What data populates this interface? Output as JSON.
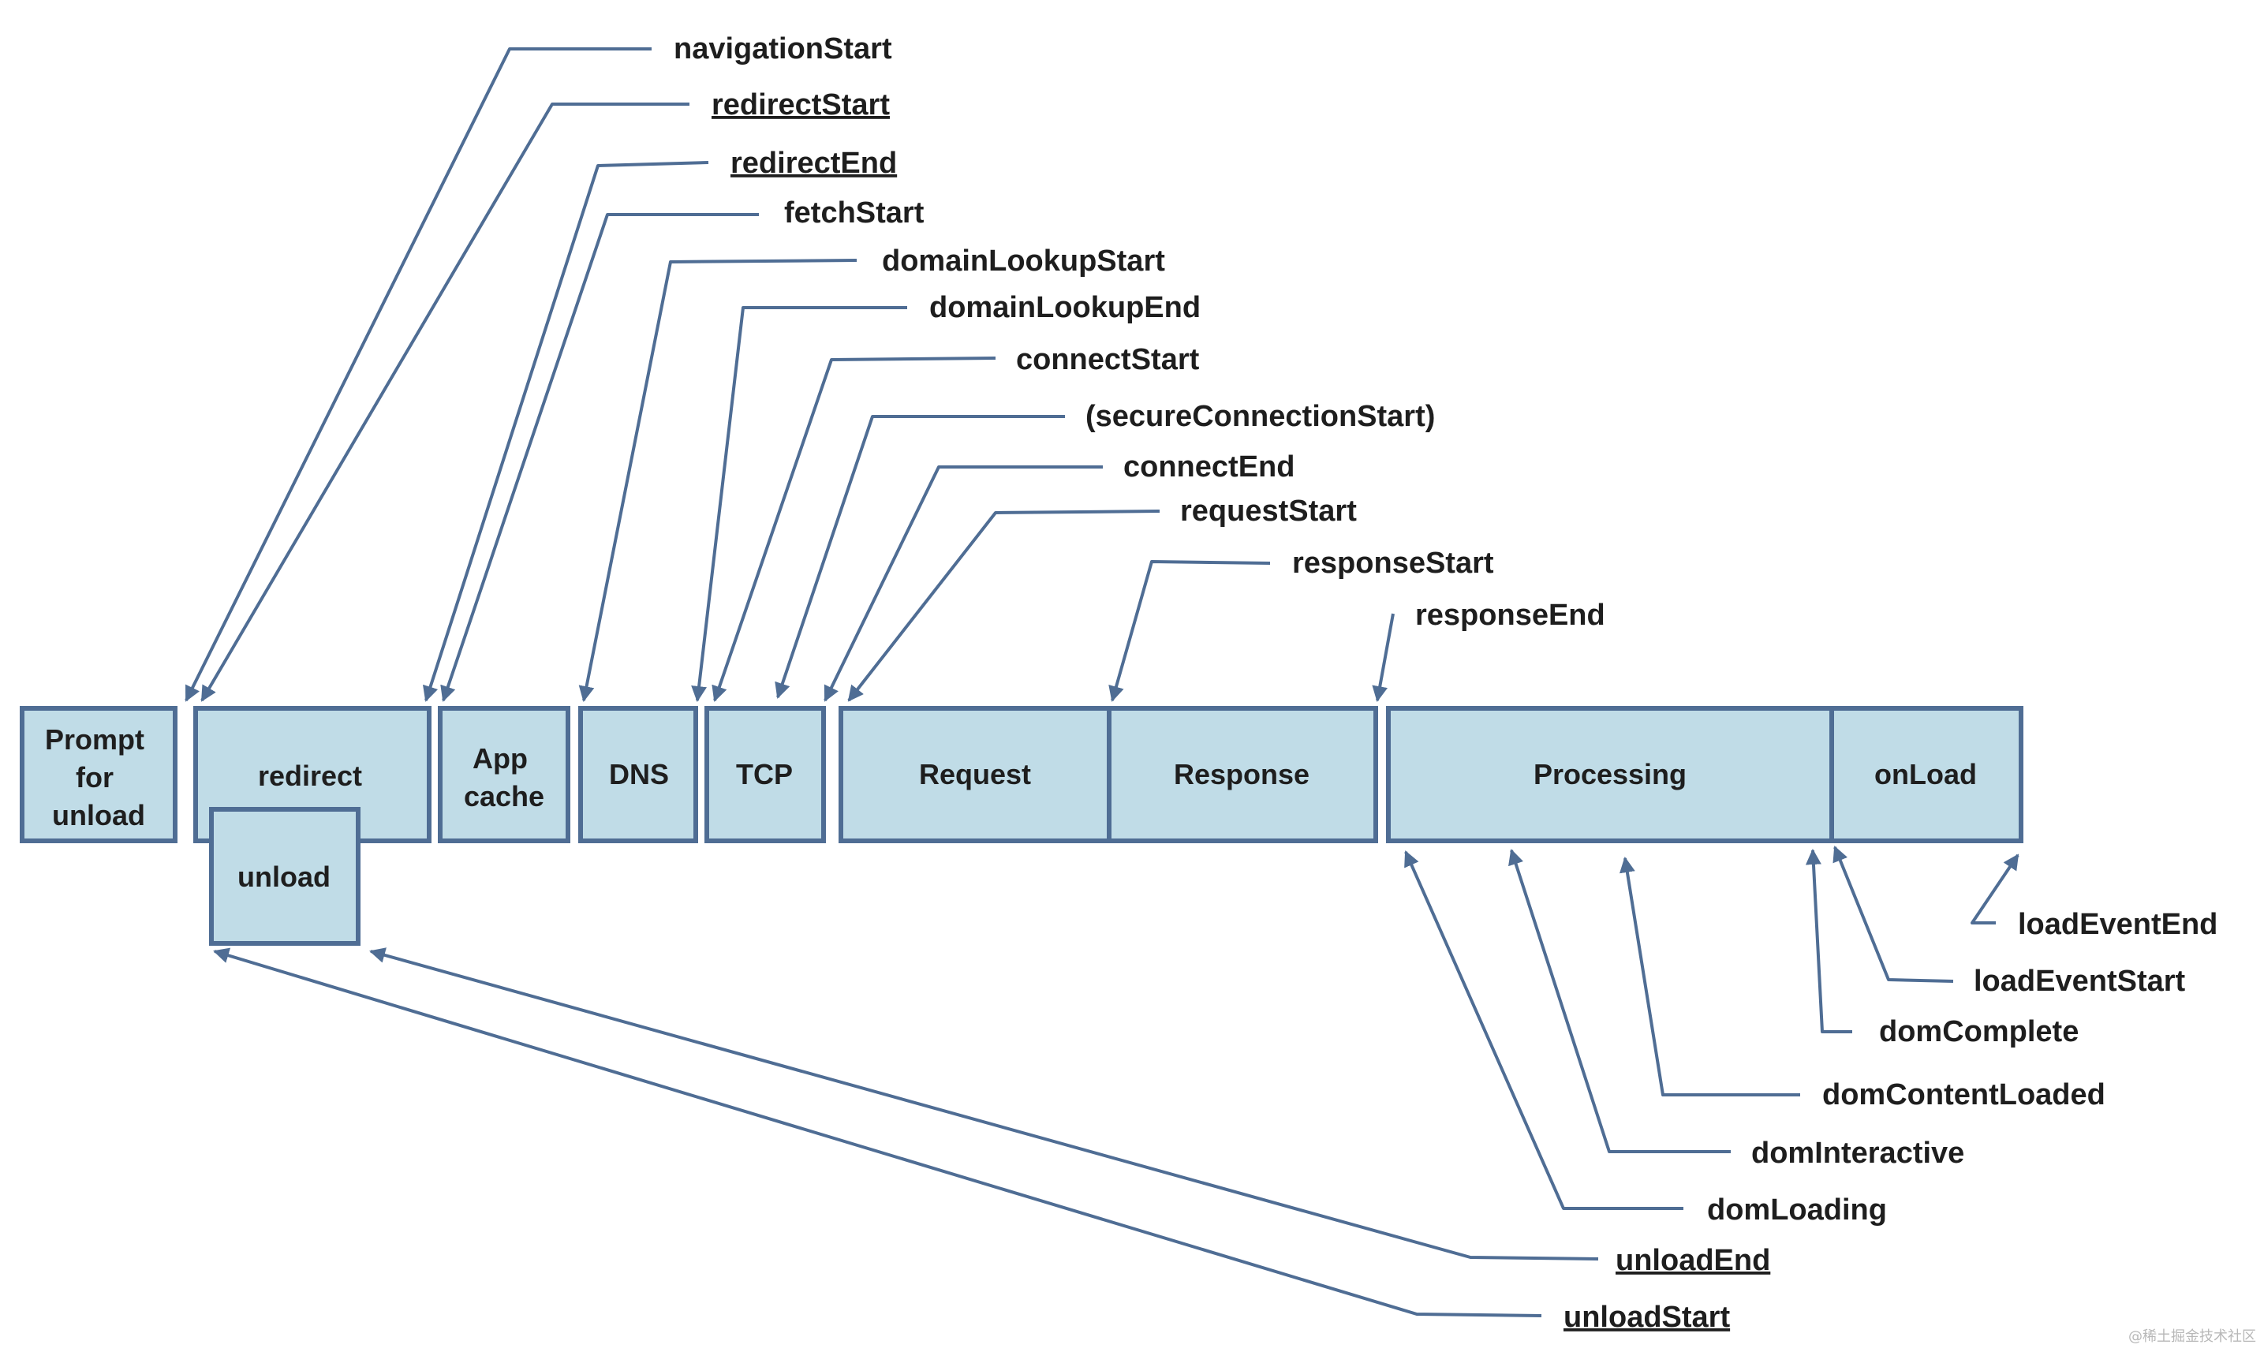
{
  "phases": {
    "prompt": [
      "Prompt",
      "for",
      "unload"
    ],
    "redirect": "redirect",
    "unload": "unload",
    "appcache": [
      "App",
      "cache"
    ],
    "dns": "DNS",
    "tcp": "TCP",
    "request": "Request",
    "response": "Response",
    "processing": "Processing",
    "onload": "onLoad"
  },
  "events_top": {
    "navigationStart": "navigationStart",
    "redirectStart": "redirectStart",
    "redirectEnd": "redirectEnd",
    "fetchStart": "fetchStart",
    "domainLookupStart": "domainLookupStart",
    "domainLookupEnd": "domainLookupEnd",
    "connectStart": "connectStart",
    "secureConnectionStart": "(secureConnectionStart)",
    "connectEnd": "connectEnd",
    "requestStart": "requestStart",
    "responseStart": "responseStart",
    "responseEnd": "responseEnd"
  },
  "events_bottom": {
    "loadEventEnd": "loadEventEnd",
    "loadEventStart": "loadEventStart",
    "domComplete": "domComplete",
    "domContentLoaded": "domContentLoaded",
    "domInteractive": "domInteractive",
    "domLoading": "domLoading",
    "unloadEnd": "unloadEnd",
    "unloadStart": "unloadStart"
  },
  "watermark": "@稀土掘金技术社区"
}
